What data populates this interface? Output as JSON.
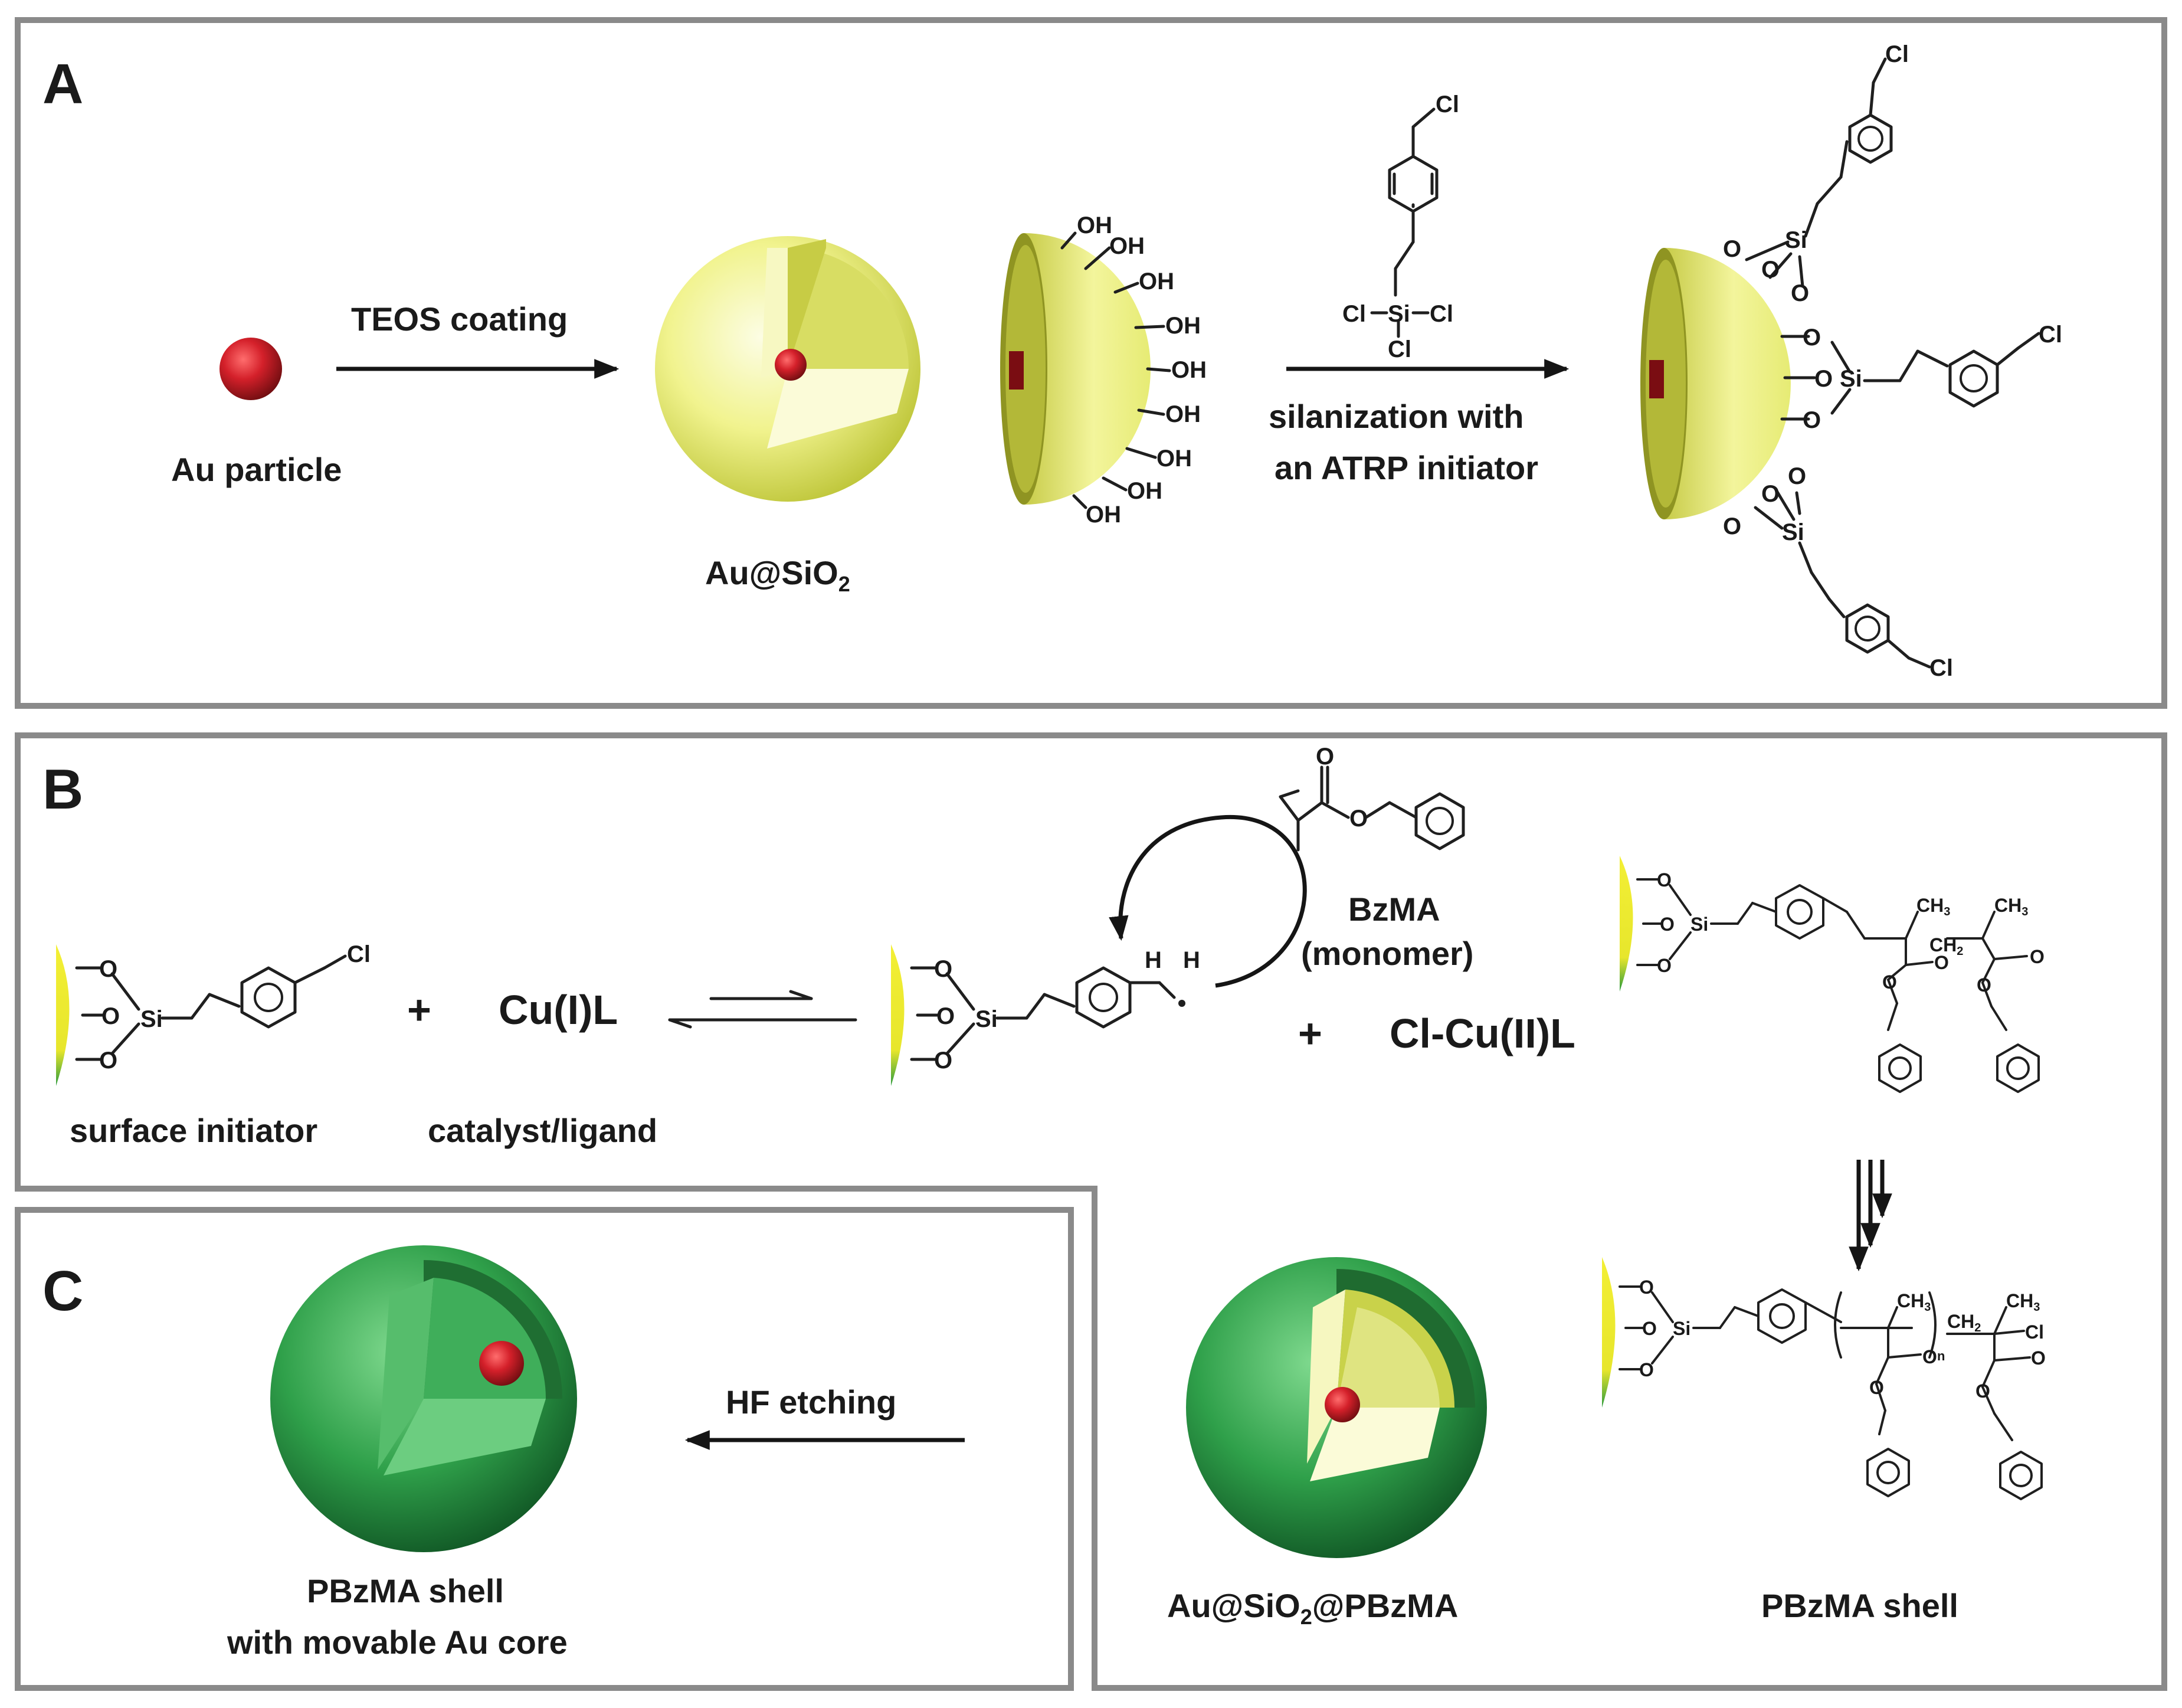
{
  "panels": {
    "a": "A",
    "b": "B",
    "c": "C"
  },
  "labels": {
    "teos": "TEOS coating",
    "au_particle": "Au particle",
    "au_sio2": "Au@SiO",
    "sub2": "2",
    "silanization_1": "silanization with",
    "silanization_2": "an ATRP initiator",
    "bzma": "BzMA",
    "monomer": "(monomer)",
    "plus": "+",
    "cul": "Cu(I)L",
    "clcu": "Cl-Cu(II)L",
    "surface_initiator": "surface initiator",
    "catalyst": "catalyst/ligand",
    "hf": "HF etching",
    "pbzma_shell_1": "PBzMA shell",
    "pbzma_shell_2": "with movable Au core",
    "au_sio2_pbzma_a": "Au@SiO",
    "au_sio2_pbzma_b": "@PBzMA",
    "pbzma_shell": "PBzMA shell"
  },
  "chem": {
    "oh": "OH",
    "cl": "Cl",
    "si": "Si",
    "o": "O",
    "ch3": "CH",
    "ch2": "CH",
    "sub3": "3",
    "h": "H",
    "n": "n"
  },
  "colors": {
    "gold_core": "#cc1f26",
    "silica_shell": "#f2f28a",
    "polymer_shell": "#2e9e48",
    "panel_border": "#8a8a8a"
  }
}
